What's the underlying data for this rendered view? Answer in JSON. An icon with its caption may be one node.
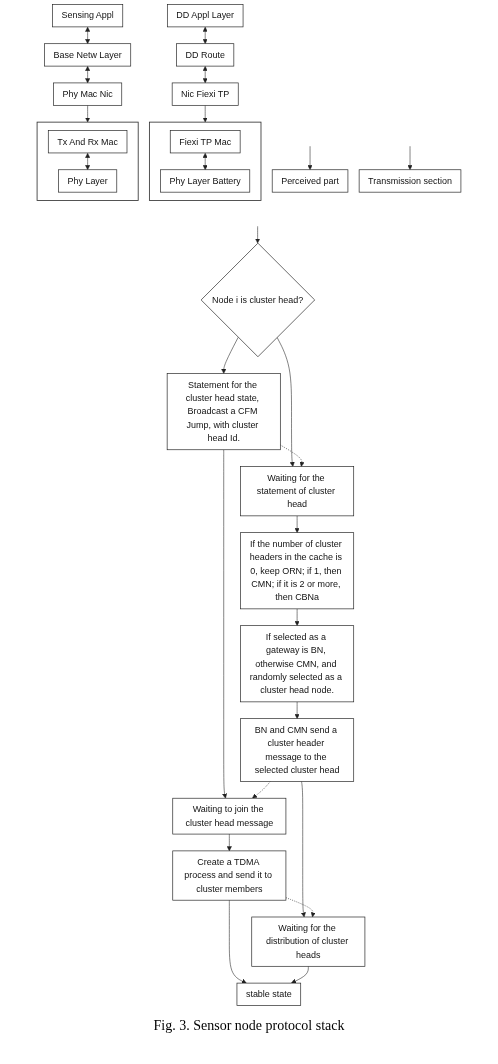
{
  "diagram": {
    "caption": "Fig. 3. Sensor node protocol stack",
    "nodes": [
      {
        "text": [
          "Perceived part"
        ]
      },
      {
        "text": [
          "Transmission section"
        ]
      },
      {
        "text": [
          "Sensing Appl"
        ]
      },
      {
        "text": [
          "DD Appl Layer"
        ]
      },
      {
        "text": [
          "Base Netw Layer"
        ]
      },
      {
        "text": [
          "DD Route"
        ]
      },
      {
        "text": [
          "Phy Mac Nic"
        ]
      },
      {
        "text": [
          "Nic Fiexi TP"
        ]
      },
      {
        "text": [],
        "shape": "box"
      },
      {
        "text": [
          "Tx And Rx Mac"
        ],
        "in": 8
      },
      {
        "text": [
          "Phy Layer"
        ],
        "in": 8
      },
      {
        "text": [],
        "shape": "box"
      },
      {
        "text": [
          "Fiexi TP Mac"
        ],
        "in": 11
      },
      {
        "text": [
          "Phy Layer Battery"
        ],
        "in": 11
      },
      {
        "text": [
          "Node i is cluster head?"
        ]
      },
      {
        "text": [
          "Statement for the cluster head state, Broadcast a CFM Jump, with cluster head Id."
        ]
      },
      {
        "text": [
          "Waiting for the statement of cluster head"
        ]
      },
      {
        "text": [
          "If the number of cluster headers in the cache is 0, keep ORN; if 1, then CMN; if it is 2 or more, then CBNa"
        ]
      },
      {
        "text": [
          "If selected as a gateway is BN, otherwise CMN, and randomly selected as a cluster head node."
        ]
      },
      {
        "text": [
          "Waiting to join the cluster head message"
        ]
      },
      {
        "text": [
          "BN and CMN send a cluster header message to the selected cluster head"
        ]
      },
      {
        "text": [
          "Create a TDMA process and send it to cluster members"
        ]
      },
      {
        "text": [
          "Waiting for the distribution of cluster heads"
        ]
      },
      {
        "text": [
          "stable state"
        ]
      }
    ],
    "edges": [
      {
        "from": null,
        "to": 0,
        "arrow": "to"
      },
      {
        "from": null,
        "to": 1,
        "arrow": "to"
      },
      {
        "from": 2,
        "to": 4,
        "arrow": "both"
      },
      {
        "from": 4,
        "to": 6,
        "arrow": "both"
      },
      {
        "from": 3,
        "to": 5,
        "arrow": "both"
      },
      {
        "from": 5,
        "to": 7,
        "arrow": "both"
      },
      {
        "from": 6,
        "to": 8,
        "arrow": "to"
      },
      {
        "from": 7,
        "to": 11,
        "arrow": "to"
      },
      {
        "from": 9,
        "to": 10,
        "arrow": "both"
      },
      {
        "from": 12,
        "to": 13,
        "arrow": "both"
      },
      {
        "from": null,
        "to": 14,
        "arrow": "to"
      },
      {
        "from": 14,
        "to": 15,
        "arrow": "to"
      },
      {
        "from": 14,
        "to": 16,
        "arrow": "to"
      },
      {
        "from": 15,
        "to": 16,
        "arrow": "to",
        "style": "dashed"
      },
      {
        "from": 16,
        "to": 17,
        "arrow": "to"
      },
      {
        "from": 17,
        "to": 18,
        "arrow": "to"
      },
      {
        "from": 15,
        "to": 19,
        "arrow": "to"
      },
      {
        "from": 18,
        "to": 20,
        "arrow": "to"
      },
      {
        "from": 20,
        "to": 19,
        "arrow": "to",
        "style": "dashed"
      },
      {
        "from": 19,
        "to": 21,
        "arrow": "to"
      },
      {
        "from": 20,
        "to": 22,
        "arrow": "to"
      },
      {
        "from": 21,
        "to": 22,
        "arrow": "to",
        "style": "dashed"
      },
      {
        "from": 21,
        "to": 23,
        "arrow": "to"
      },
      {
        "from": 22,
        "to": 23,
        "arrow": "to"
      }
    ]
  }
}
